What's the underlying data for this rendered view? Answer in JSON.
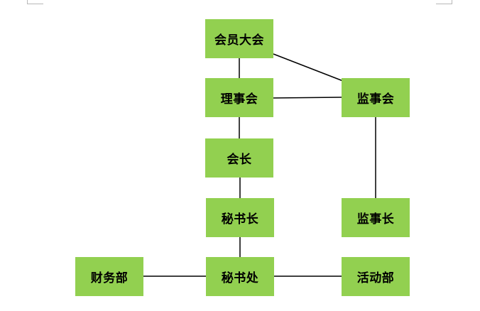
{
  "nodes": {
    "member_assembly": "会员大会",
    "council": "理事会",
    "supervisory_board": "监事会",
    "president": "会长",
    "secretary_general": "秘书长",
    "supervisor": "监事长",
    "secretariat": "秘书处",
    "finance_dept": "财务部",
    "activities_dept": "活动部"
  },
  "colors": {
    "box_fill": "#92d050",
    "connector": "#000000"
  }
}
